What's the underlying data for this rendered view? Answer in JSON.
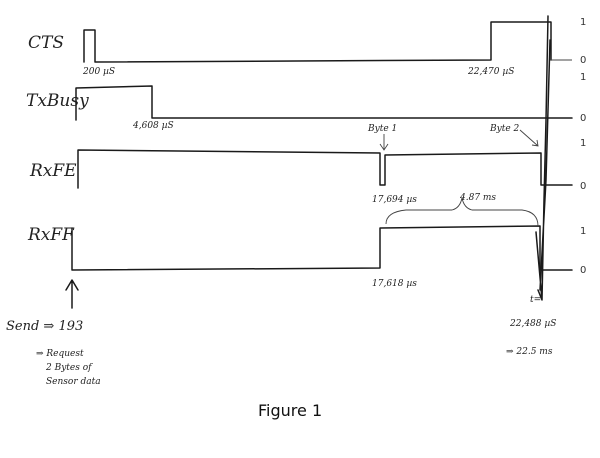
{
  "signals": [
    {
      "name": "CTS",
      "annotations": [
        "200 µS",
        "22,470 µS"
      ]
    },
    {
      "name": "TxBusy",
      "annotations": [
        "4,608 µS"
      ]
    },
    {
      "name": "RxFE",
      "annotations": [
        "Byte 1",
        "Byte 2",
        "17,694 µs"
      ]
    },
    {
      "name": "RxFF",
      "annotations": [
        "17,618 µs",
        "4.87 ms",
        "22,488 µS"
      ]
    }
  ],
  "levels": {
    "high": "1",
    "low": "0"
  },
  "notes": {
    "send": "Send ⇒ 193",
    "request": "⇒ Request",
    "request2": "2 Bytes of",
    "request3": "Sensor data",
    "t_equals": "t=",
    "end_time": "⇒ 22.5 ms"
  },
  "caption": "Figure 1"
}
